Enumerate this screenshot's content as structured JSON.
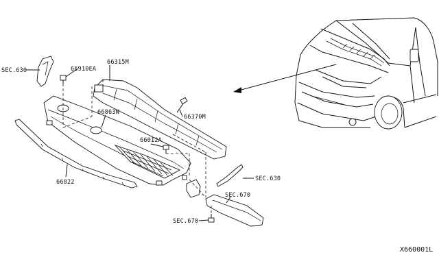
{
  "diagram": {
    "labels": {
      "sec630_left": "SEC.630",
      "p66910EA": "66910EA",
      "p66315M": "66315M",
      "p66370M": "66370M",
      "p66863N": "66863N",
      "p66012A": "66012A",
      "sec630_right": "SEC.630",
      "sec670_upper": "SEC.670",
      "sec670_lower": "SEC.670",
      "p66822": "66822"
    },
    "diagram_code": "X660001L"
  }
}
